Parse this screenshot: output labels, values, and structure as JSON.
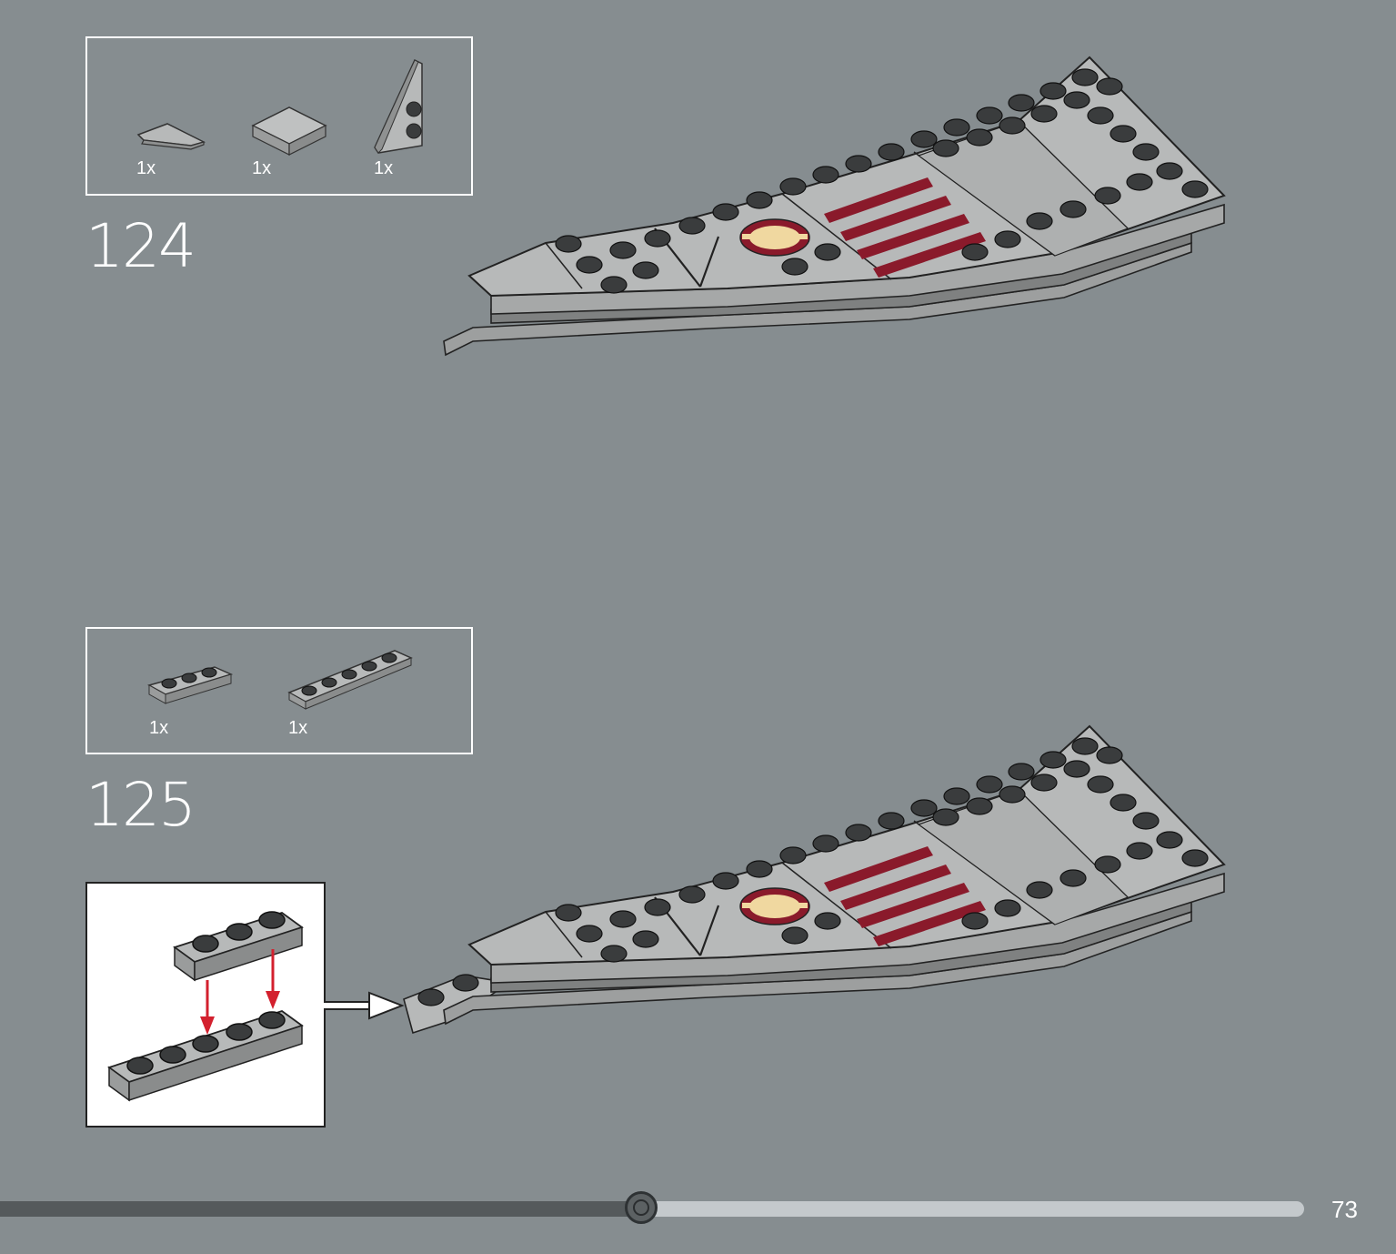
{
  "steps": [
    {
      "number": "124",
      "parts": [
        {
          "qty": "1x",
          "icon": "wedge-tile-part-icon"
        },
        {
          "qty": "1x",
          "icon": "square-tile-part-icon"
        },
        {
          "qty": "1x",
          "icon": "wedge-plate-part-icon"
        }
      ]
    },
    {
      "number": "125",
      "parts": [
        {
          "qty": "1x",
          "icon": "plate-1x3-part-icon"
        },
        {
          "qty": "1x",
          "icon": "plate-1x6-part-icon"
        }
      ]
    }
  ],
  "progress": {
    "fraction": 0.46
  },
  "page_number": "73",
  "colors": {
    "background": "#868d90",
    "brick_light": "#b4b6b6",
    "brick_dark": "#8e9090",
    "stud": "#3a3c3d",
    "stripe": "#8a1a2b",
    "emblem": "#f0d8a0",
    "arrow_red": "#d3202e"
  }
}
